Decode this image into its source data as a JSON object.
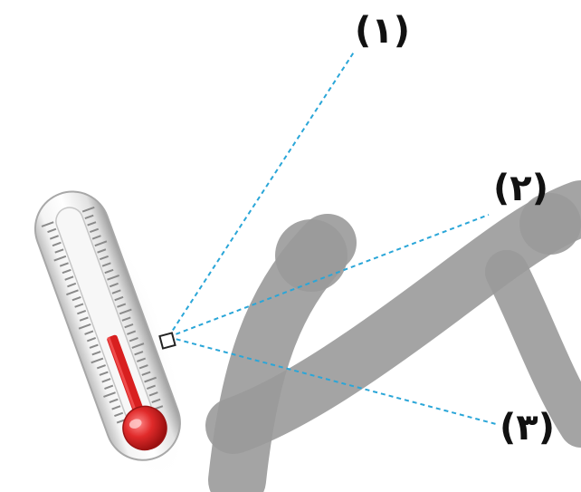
{
  "labels": {
    "one": "(۱)",
    "two": "(۲)",
    "three": "(۳)"
  },
  "colors": {
    "leader_line": "#2aa6d8",
    "watermark": "#9a9a9a",
    "mercury": "#d81f1f",
    "bulb": "#e02a2a",
    "tube_body": "#e8e8e8",
    "tube_outline": "#a8a8a8",
    "scale_ticks": "#8a8a8a"
  },
  "icons": {
    "thermometer": "thermometer-icon",
    "pointer": "pointer-box-icon"
  }
}
